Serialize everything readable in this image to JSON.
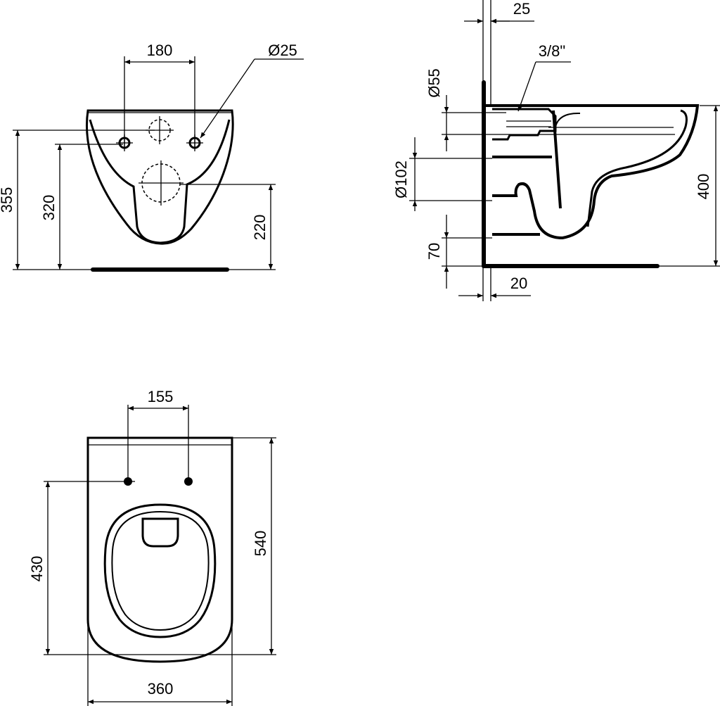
{
  "front_view": {
    "dim_bolt_spacing": "180",
    "dim_bolt_hole_diameter": "Ø25",
    "dim_total_height": "355",
    "dim_bolt_height": "320",
    "dim_outlet_height": "220"
  },
  "side_view": {
    "dim_wall_plate": "25",
    "dim_inlet_thread": "3/8\"",
    "dim_inlet_diameter": "Ø55",
    "dim_outlet_diameter": "Ø102",
    "dim_bottom_offset": "70",
    "dim_wall_gap": "20",
    "dim_rim_height": "400"
  },
  "top_view": {
    "dim_bolt_spacing": "155",
    "dim_bolt_depth": "430",
    "dim_total_depth": "540",
    "dim_width": "360"
  }
}
